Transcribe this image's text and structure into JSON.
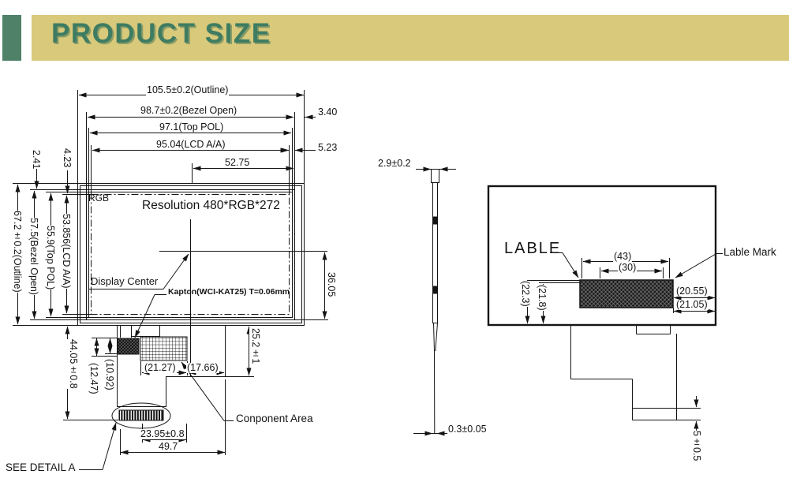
{
  "header": {
    "title": "PRODUCT SIZE"
  },
  "colors": {
    "banner": "#d8c97b",
    "accent_square": "#4e8168",
    "title_green": "#3e7c62",
    "line": "#141414"
  },
  "front": {
    "dim_outline_w": "105.5±0.2(Outline)",
    "dim_bezel_w": "98.7±0.2(Bezel Open)",
    "dim_toppol_w": "97.1(Top POL)",
    "dim_lcd_w": "95.04(LCD A/A)",
    "dim_half_w": "52.75",
    "dim_right_1": "3.40",
    "dim_right_2": "5.23",
    "dim_left_1": "2.41",
    "dim_left_2": "4.23",
    "dim_outline_h": "67.2±0.2(Outline)",
    "dim_bezel_h": "57.5(Bezel Open)",
    "dim_toppol_h": "55.9(Top POL)",
    "dim_lcd_h": "53.856(LCD A/A)",
    "corner_label": "RGB",
    "resolution": "Resolution 480*RGB*272",
    "display_center": "Display Center",
    "kapton": "Kapton(WCI-KAT25) T=0.06mm",
    "dim_center_drop": "36.05",
    "dim_comp_depth": "25.2±1",
    "dim_tail_len": "44.05±0.8",
    "dim_tail_ref1": "(12.47)",
    "dim_tail_ref2": "(10.92)",
    "dim_comp_w1": "(21.27)",
    "dim_comp_w2": "(17.66)",
    "dim_fpc_w": "23.95±0.8",
    "dim_tail_w": "49.7",
    "component_area": "Conponent Area",
    "see_detail": "SEE DETAIL A"
  },
  "side": {
    "dim_thickness": "2.9±0.2",
    "dim_fpc_thickness": "0.3±0.05"
  },
  "back": {
    "label_callout": "LABLE",
    "label_mark_callout": "Lable Mark",
    "dim_label_w_outer": "(43)",
    "dim_label_w_inner": "(30)",
    "dim_right_1": "(20.55)",
    "dim_right_2": "(21.05)",
    "dim_left_1": "(22.3)",
    "dim_left_2": "(21.8)",
    "dim_fpc_step": "5±0.5"
  }
}
